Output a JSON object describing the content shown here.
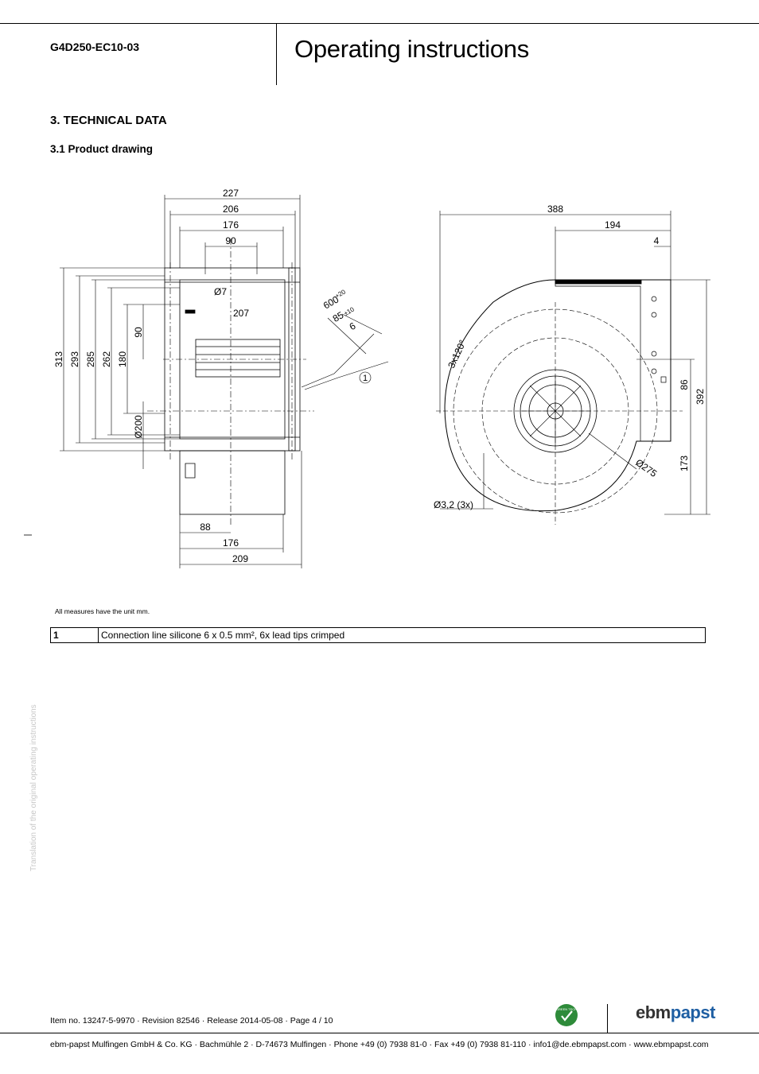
{
  "header": {
    "model": "G4D250-EC10-03",
    "title": "Operating instructions"
  },
  "section": {
    "heading": "3. TECHNICAL DATA",
    "subheading": "3.1 Product drawing"
  },
  "drawing": {
    "left_dims_top": [
      "227",
      "206",
      "176",
      "90"
    ],
    "left_dims_vertical": [
      "313",
      "293",
      "285",
      "262",
      "180",
      "90",
      "Ø200"
    ],
    "left_dims_inner": [
      "Ø7",
      "207"
    ],
    "left_dims_bottom": [
      "88",
      "176",
      "209"
    ],
    "cable_dims": [
      "600",
      "+20",
      "85",
      "±10",
      "6"
    ],
    "callout": "1",
    "right_dims_top": [
      "388",
      "194",
      "4"
    ],
    "right_dims_vertical": [
      "86",
      "392",
      "173"
    ],
    "right_labels": [
      "3x120°",
      "Ø275",
      "Ø3,2 (3x)"
    ]
  },
  "unit_note": "All measures have the unit mm.",
  "legend": [
    {
      "num": "1",
      "text": "Connection line silicone 6 x 0.5 mm², 6x lead tips crimped"
    }
  ],
  "side_note": "Translation of the original operating instructions",
  "item_line": "Item no. 13247-5-9970 · Revision 82546 · Release 2014-05-08 · Page 4 / 10",
  "footer": "ebm-papst Mulfingen GmbH & Co. KG · Bachmühle 2 · D-74673 Mulfingen · Phone +49 (0) 7938 81-0 · Fax +49 (0) 7938 81-110 · info1@de.ebmpapst.com · www.ebmpapst.com",
  "logo": {
    "part1": "ebm",
    "part2": "papst",
    "badge_text": "GREEN TECH",
    "badge_color": "#2e8b3a",
    "brand_color": "#1f5fa3"
  }
}
